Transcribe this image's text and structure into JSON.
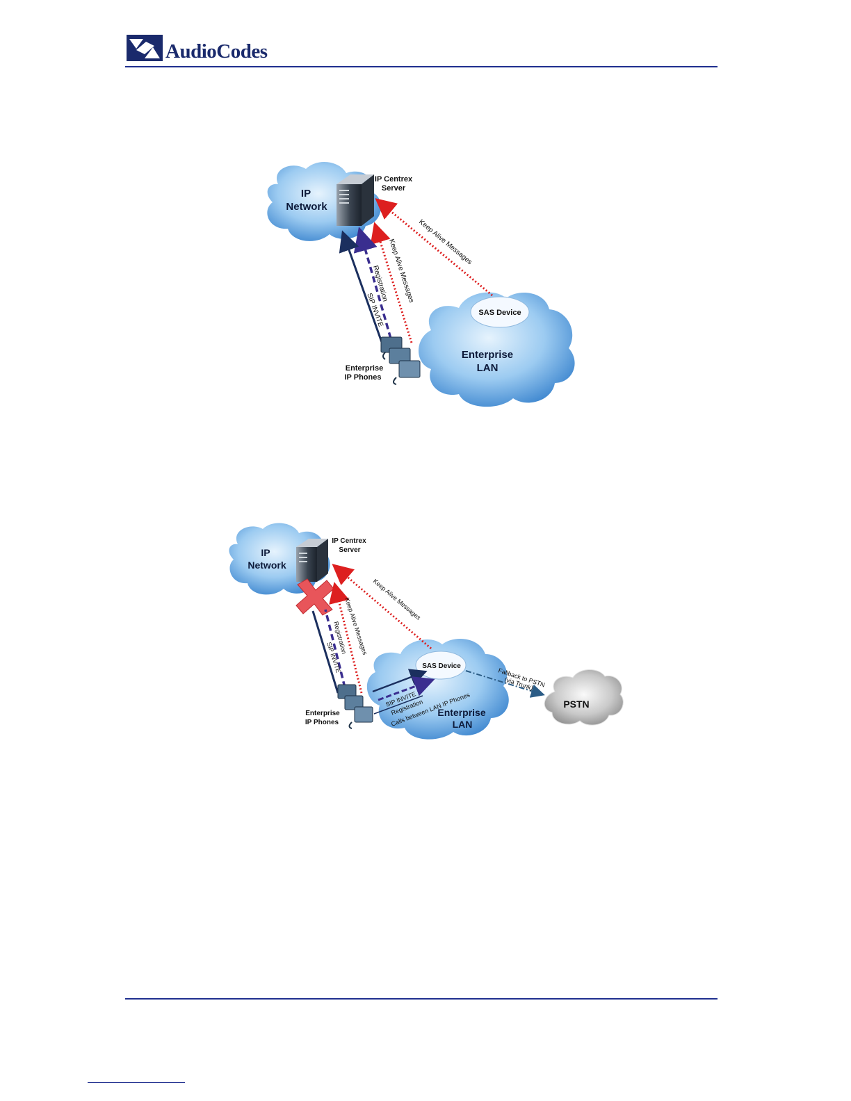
{
  "header": {
    "logo_text": "AudioCodes"
  },
  "diagram1": {
    "ip_network_label": [
      "IP",
      "Network"
    ],
    "server_label": [
      "IP Centrex",
      "Server"
    ],
    "keep_alive_long": "Keep Alive Messages",
    "keep_alive_phones": "Keep Alive Messages",
    "registration": "Registration",
    "sip_invite": "SIP INVITE",
    "sas_device": "SAS Device",
    "enterprise_lan": [
      "Enterprise",
      "LAN"
    ],
    "phones_label": [
      "Enterprise",
      "IP Phones"
    ]
  },
  "diagram2": {
    "ip_network_label": [
      "IP",
      "Network"
    ],
    "server_label": [
      "IP Centrex",
      "Server"
    ],
    "keep_alive_long": "Keep Alive Messages",
    "keep_alive_phones": "Keep Alive Messages",
    "registration": "Registration",
    "sip_invite": "SIP INVITE",
    "sas_device": "SAS Device",
    "lan_sip_invite": "SIP INVITE",
    "lan_registration": "Registration",
    "lan_calls": "Calls between LAN IP Phones",
    "fallback": [
      "Fallback to PSTN",
      "(via Trunk)"
    ],
    "pstn": "PSTN",
    "enterprise_lan": [
      "Enterprise",
      "LAN"
    ],
    "phones_label": [
      "Enterprise",
      "IP Phones"
    ]
  },
  "colors": {
    "brand_navy": "#1a2a6c",
    "rule_blue": "#1f2f8f",
    "cloud_blue": "#5aa6e4",
    "keep_alive_red": "#dd1f1f",
    "registration_purple": "#3a2e8f",
    "sip_invite_navy": "#1b2f5e"
  }
}
